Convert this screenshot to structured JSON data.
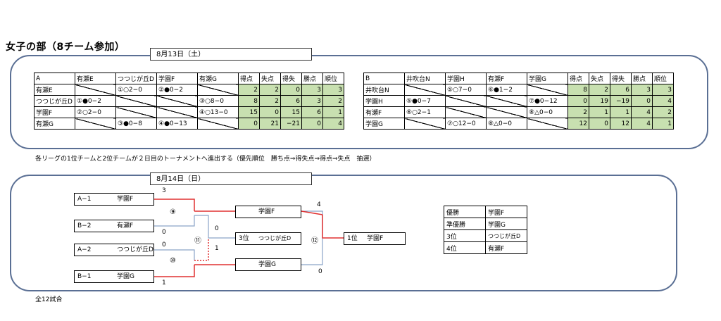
{
  "title": "女子の部（8チーム参加）",
  "day1": {
    "date": "8月13日（土）",
    "leagueA": {
      "header": [
        "A",
        "有瀬E",
        "つつじが丘D",
        "学園F",
        "有瀬G",
        "得点",
        "失点",
        "得失",
        "勝点",
        "順位"
      ],
      "rows": [
        [
          "有瀬E",
          "",
          "①○2−0",
          "②●0−2",
          "",
          "2",
          "2",
          "0",
          "3",
          "3"
        ],
        [
          "つつじが丘D",
          "①●0−2",
          "",
          "",
          "③○8−0",
          "8",
          "2",
          "6",
          "3",
          "2"
        ],
        [
          "学園F",
          "②○2−0",
          "",
          "",
          "④○13−0",
          "15",
          "0",
          "15",
          "6",
          "1"
        ],
        [
          "有瀬G",
          "",
          "③●0−8",
          "④●0−13",
          "",
          "0",
          "21",
          "−21",
          "0",
          "4"
        ]
      ]
    },
    "leagueB": {
      "header": [
        "B",
        "井吹台N",
        "学園H",
        "有瀬F",
        "学園G",
        "得点",
        "失点",
        "得失",
        "勝点",
        "順位"
      ],
      "rows": [
        [
          "井吹台N",
          "",
          "⑤○7−0",
          "⑥●1−2",
          "",
          "8",
          "2",
          "6",
          "3",
          "3"
        ],
        [
          "学園H",
          "⑤●0−7",
          "",
          "",
          "⑦●0−12",
          "0",
          "19",
          "−19",
          "0",
          "4"
        ],
        [
          "有瀬F",
          "⑥○2−1",
          "",
          "",
          "⑧△0−0",
          "2",
          "1",
          "1",
          "4",
          "2"
        ],
        [
          "学園G",
          "",
          "⑦○12−0",
          "⑧△0−0",
          "",
          "12",
          "0",
          "12",
          "4",
          "1"
        ]
      ]
    },
    "note": "各リーグの1位チームと2位チームが２日目のトーナメントへ進出する（優先順位　勝ち点⇒得失点⇒得点⇒失点　抽選）"
  },
  "day2": {
    "date": "8月14日（日）",
    "bracket": {
      "slots": [
        {
          "seed": "A−1",
          "team": "学園F"
        },
        {
          "seed": "B−2",
          "team": "有瀬F"
        },
        {
          "seed": "A−2",
          "team": "つつじが丘D"
        },
        {
          "seed": "B−1",
          "team": "学園G"
        }
      ],
      "semi_winners": [
        "学園F",
        "学園G"
      ],
      "third": {
        "label": "3位",
        "team": "つつじが丘D"
      },
      "final": {
        "label": "1位",
        "team": "学園F"
      },
      "matches": [
        "⑨",
        "⑩",
        "⑪",
        "⑫"
      ],
      "scores": {
        "m9_top": "3",
        "m9_bottom": "0",
        "m10_top": "0",
        "m10_bottom": "1",
        "m11_top": "0",
        "m11_bottom": "1",
        "m12_top": "4",
        "m12_bottom": "0"
      }
    },
    "results": [
      [
        "優勝",
        "学園F"
      ],
      [
        "準優勝",
        "学園G"
      ],
      [
        "3位",
        "つつじが丘D"
      ],
      [
        "4位",
        "有瀬F"
      ]
    ]
  },
  "footer": "全12試合",
  "colors": {
    "panel_border": "#5a6f94",
    "cell_fill": "#c8e0b0",
    "win_line": "#e03030",
    "lose_line": "#8aa3c8"
  }
}
